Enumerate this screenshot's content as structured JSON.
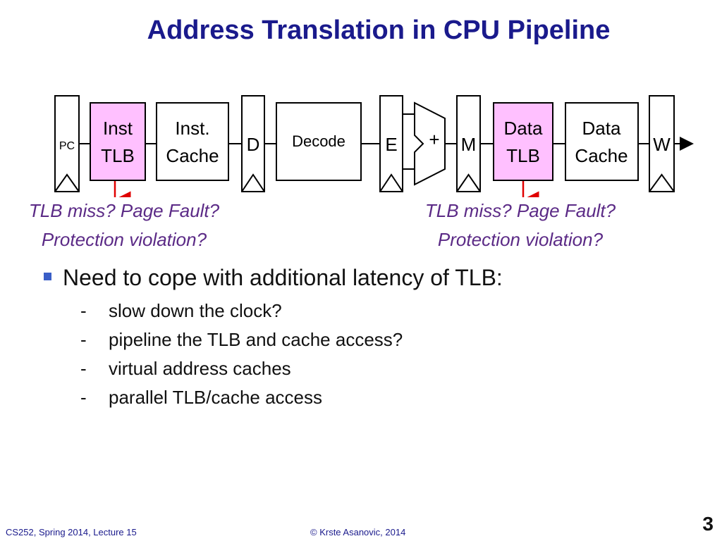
{
  "slide": {
    "title": "Address Translation in CPU Pipeline"
  },
  "diagram": {
    "pc_label": "PC",
    "inst_tlb": [
      "Inst",
      "TLB"
    ],
    "inst_cache": [
      "Inst.",
      "Cache"
    ],
    "d_label": "D",
    "decode_label": "Decode",
    "e_label": "E",
    "alu_label": "+",
    "m_label": "M",
    "data_tlb": [
      "Data",
      "TLB"
    ],
    "data_cache": [
      "Data",
      "Cache"
    ],
    "w_label": "W",
    "colors": {
      "tlb_fill": "#ffc0ff",
      "arrow": "#e00000",
      "note_text": "#5b2a86"
    }
  },
  "notes": {
    "left": [
      "TLB miss? Page Fault?",
      "Protection violation?"
    ],
    "right": [
      "TLB miss? Page Fault?",
      "Protection violation?"
    ]
  },
  "bullets": {
    "main": "Need to cope with additional latency of TLB:",
    "subs": [
      {
        "dash": "-",
        "text": "slow down the clock?"
      },
      {
        "dash": "-",
        "text": "pipeline the TLB and cache access?"
      },
      {
        "dash": "-",
        "text": "virtual address caches"
      },
      {
        "dash": "-",
        "text": "parallel TLB/cache access"
      }
    ]
  },
  "footer": {
    "left": "CS252, Spring 2014, Lecture 15",
    "center": "© Krste Asanovic, 2014",
    "page": "3"
  }
}
